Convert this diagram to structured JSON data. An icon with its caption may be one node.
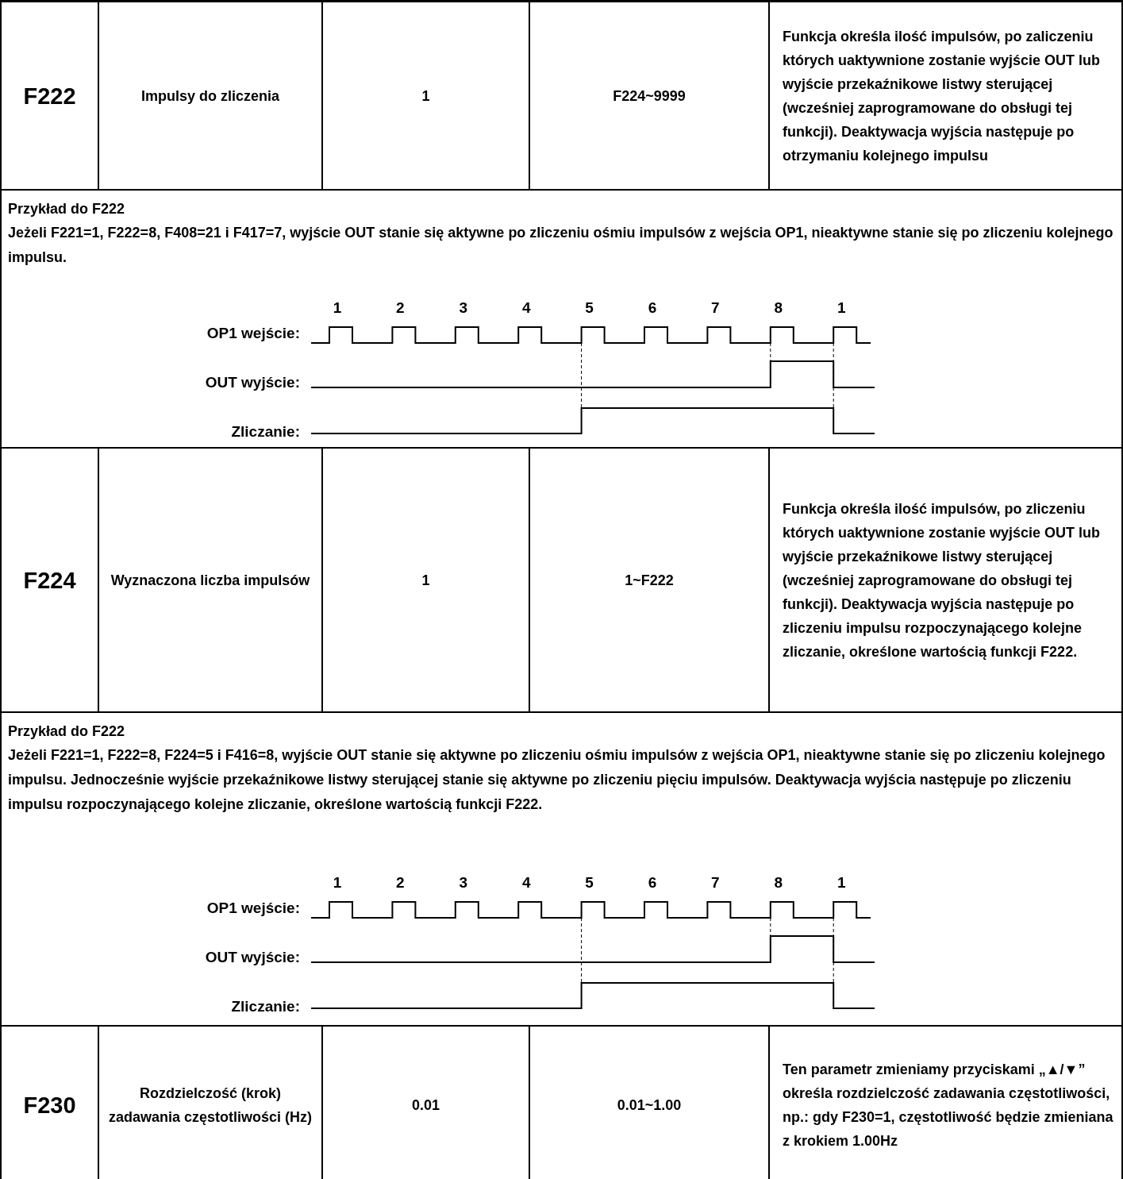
{
  "diagram": {
    "labels": [
      "F222",
      "Impulsy do zliczenia",
      "1",
      "F224~9999",
      "Funkcja określa ilość impulsów, po zaliczeniu których uaktywnione zostanie wyjście OUT lub wyjście przekaźnikowe listwy sterującej (wcześniej zaprogramowane do obsługi tej funkcji). Deaktywacja wyjścia następuje po otrzymaniu kolejnego impulsu",
      "Przykład do F222",
      "Jeżeli F221=1, F222=8, F408=21 i F417=7, wyjście OUT stanie się aktywne po zliczeniu ośmiu impulsów z wejścia OP1, nieaktywne stanie się po zliczeniu kolejnego impulsu.",
      "1",
      "2",
      "3",
      "4",
      "5",
      "6",
      "7",
      "8",
      "1",
      "OP1 wejście:",
      "OUT wyjście:",
      "Zliczanie:",
      "F224",
      "Wyznaczona liczba impulsów",
      "1",
      "1~F222",
      "Funkcja określa ilość impulsów, po zliczeniu których uaktywnione zostanie wyjście OUT lub wyjście przekaźnikowe listwy sterującej (wcześniej zaprogramowane do obsługi tej funkcji). Deaktywacja wyjścia następuje po zliczeniu impulsu rozpoczynającego kolejne zliczanie, określone wartością funkcji F222.",
      "Przykład do F222",
      "Jeżeli F221=1, F222=8, F224=5 i F416=8, wyjście OUT stanie się aktywne po zliczeniu ośmiu impulsów z wejścia OP1, nieaktywne stanie się po zliczeniu kolejnego impulsu. Jednocześnie wyjście przekaźnikowe listwy sterującej stanie się aktywne po zliczeniu pięciu impulsów. Deaktywacja wyjścia następuje po zliczeniu impulsu rozpoczynającego kolejne zliczanie, określone wartością funkcji F222.",
      "1",
      "2",
      "3",
      "4",
      "5",
      "6",
      "7",
      "8",
      "1",
      "OP1 wejście:",
      "OUT wyjście:",
      "Zliczanie:",
      "F230",
      "Rozdzielczość (krok) zadawania częstotliwości (Hz)",
      "0.01",
      "0.01~1.00",
      "Ten parametr zmieniamy przyciskami „▲/▼” określa rozdzielczość zadawania częstotliwości, np.: gdy F230=1, częstotliwość będzie zmieniana z krokiem 1.00Hz"
    ]
  }
}
